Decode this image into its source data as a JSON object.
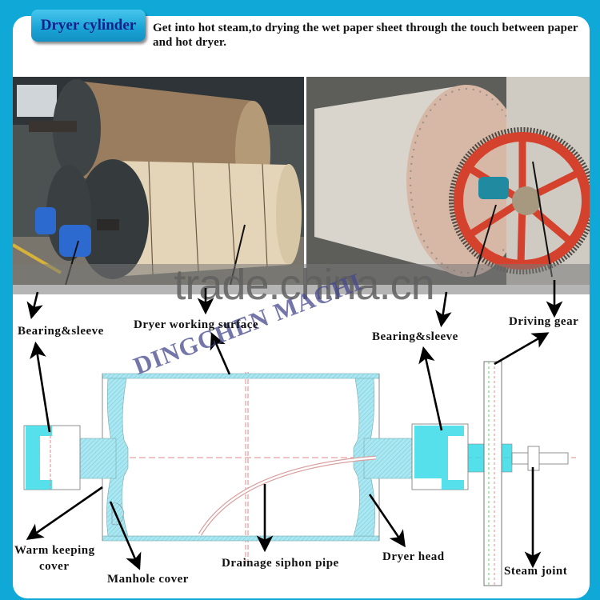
{
  "header": {
    "title": "Dryer cylinder",
    "description": "Get into hot steam,to drying the wet paper sheet through the touch between paper and hot dryer."
  },
  "watermarks": {
    "site": "trade.china.cn",
    "company": "DINGCHEN MACHI"
  },
  "labels": {
    "bearing_sleeve_left": "Bearing&sleeve",
    "dryer_working_surface": "Dryer working surface",
    "bearing_sleeve_right": "Bearing&sleeve",
    "driving_gear": "Driving gear",
    "warm_keeping_cover_1": "Warm keeping",
    "warm_keeping_cover_2": "cover",
    "manhole_cover": "Manhole cover",
    "drainage_siphon_pipe": "Drainage siphon pipe",
    "dryer_head": "Dryer head",
    "steam_joint": "Steam joint"
  },
  "colors": {
    "background": "#10a8d6",
    "badge_text": "#14208c",
    "drawing_fill": "#9fe3f0",
    "drawing_line": "#d98a8a"
  }
}
